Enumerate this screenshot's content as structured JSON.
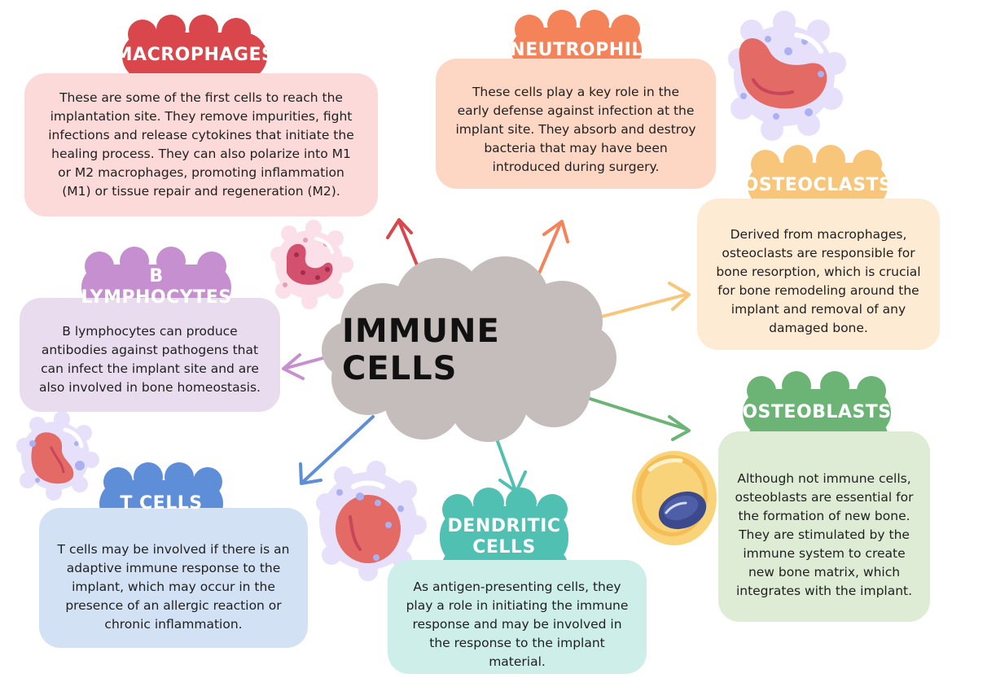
{
  "center": {
    "title": "IMMUNE CELLS"
  },
  "nodes": {
    "macrophages": {
      "title": "MACROPHAGES",
      "text": "These are some of the first cells to reach the implantation site. They remove impurities, fight infections and release cytokines that initiate the healing process. They can also polarize into M1 or M2 macrophages, promoting inflammation (M1) or tissue repair and regeneration (M2).",
      "title_color": "#d9474c",
      "card_color": "#fcdada",
      "arrow_color": "#d9474c"
    },
    "neutrophil": {
      "title": "NEUTROPHIL",
      "text": "These cells play a key role in the early defense against infection at the implant site. They absorb and destroy bacteria that may have been introduced during surgery.",
      "title_color": "#f5835a",
      "card_color": "#fdd7c4",
      "arrow_color": "#f5835a"
    },
    "osteoclasts": {
      "title": "OSTEOCLASTS",
      "text": "Derived from macrophages, osteoclasts are responsible for bone resorption, which is crucial for bone remodeling around the implant and removal of any damaged bone.",
      "title_color": "#f8c67a",
      "card_color": "#fdebd4",
      "arrow_color": "#f8c67a"
    },
    "b_lymphocytes": {
      "title": "B LYMPHOCYTES",
      "text": "B lymphocytes can produce antibodies against pathogens that can infect the implant site and are also involved in bone homeostasis.",
      "title_color": "#c58fd0",
      "card_color": "#e9dcee",
      "arrow_color": "#c58fd0"
    },
    "osteoblasts": {
      "title": "OSTEOBLASTS",
      "text": "Although not immune cells, osteoblasts are essential for the formation of new bone. They are stimulated by the immune system to create new bone matrix, which integrates with the implant.",
      "title_color": "#6cb475",
      "card_color": "#deecd6",
      "arrow_color": "#6cb475"
    },
    "t_cells": {
      "title": "T CELLS",
      "text": "T cells may be involved if there is an adaptive immune response to the implant, which may occur in the presence of an allergic reaction or chronic inflammation.",
      "title_color": "#5f8ed8",
      "card_color": "#d2e1f4",
      "arrow_color": "#5f8ed8"
    },
    "dendritic_cells": {
      "title_line1": "DENDRITIC",
      "title_line2": "CELLS",
      "text": "As antigen-presenting cells, they play a role in initiating the immune response and may be involved in the response to the implant material.",
      "title_color": "#4fc0b2",
      "card_color": "#cdeee9",
      "arrow_color": "#4fc0b2"
    }
  },
  "decorative_cells": [
    {
      "name": "neutrophil-cell-illustration",
      "fill": "#e9e4fb",
      "nucleus": "#e46a66"
    },
    {
      "name": "b-lymphocyte-cell-illustration",
      "fill": "#fbe0ea",
      "nucleus": "#d4506f"
    },
    {
      "name": "t-cell-illustration-left",
      "fill": "#e9e4fb",
      "nucleus": "#e46a66"
    },
    {
      "name": "t-cell-illustration-right",
      "fill": "#e9e4fb",
      "nucleus": "#e46a66"
    },
    {
      "name": "osteoblast-cell-illustration",
      "fill": "#f9d37a",
      "nucleus": "#3c4a8c"
    }
  ]
}
